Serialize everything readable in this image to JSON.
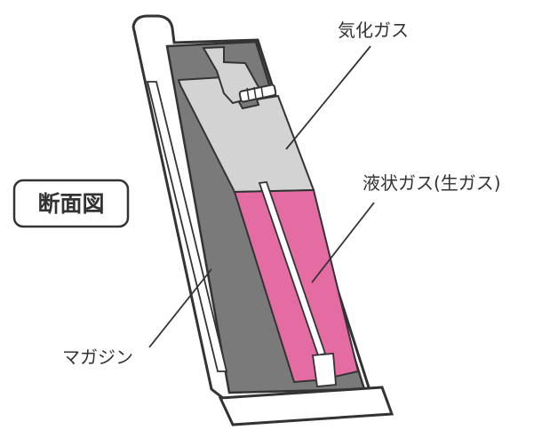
{
  "badge": {
    "text": "断面図"
  },
  "labels": {
    "vaporized_gas": "気化ガス",
    "liquid_gas": "液状ガス(生ガス)",
    "magazine": "マガジン"
  },
  "colors": {
    "outline": "#333333",
    "shell_fill": "#ffffff",
    "wall_gray": "#7a7a7a",
    "vapor_fill": "#d3d3d3",
    "liquid_fill": "#e46ca3",
    "tube_fill": "#ffffff"
  }
}
